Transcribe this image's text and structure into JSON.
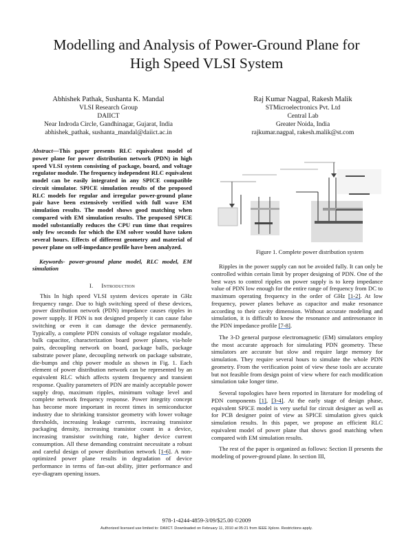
{
  "paper": {
    "title_line1": "Modelling and Analysis of Power-Ground Plane for",
    "title_line2": "High Speed VLSI System",
    "authors": [
      {
        "names": "Abhishek Pathak,  Sushanta K. Mandal",
        "group": "VLSI Research Group",
        "org": "DAIICT",
        "address": "Near Indroda Circle, Gandhinagar, Gujarat, India",
        "email": "abhishek_pathak, sushanta_mandal@daiict.ac.in"
      },
      {
        "names": "Raj Kumar Nagpal, Rakesh Malik",
        "group": "STMicroelectronics Pvt. Ltd",
        "org": "Central Lab",
        "address": "Greater Noida, India",
        "email": "rajkumar.nagpal, rakesh.malik@st.com"
      }
    ],
    "abstract_lead": "Abstract",
    "abstract_text": "—This paper presents RLC equivalent model of power plane for power distribution network (PDN) in high speed VLSI system consisting of package, board, and voltage regulator module. The frequency independent RLC equivalent model can be easily integrated in any SPICE compatible circuit simulator. SPICE simulation results of the proposed RLC models for regular and irregular power-ground plane pair have been extensively verified with full wave EM simulation results.  The model shows good matching when compared with EM simulation results. The proposed SPICE model substantially reduces the CPU run time that requires only few seconds for which the EM solver would have taken several hours. Effects of different geometry and material of power plane on self-impedance profile have been analyzed.",
    "keywords": "Keywords- power-ground plane model, RLC model, EM simulation",
    "section1": {
      "number": "I.",
      "title": "Introduction"
    },
    "intro_p1_a": "This In high speed VLSI system devices operate in GHz frequency range. Due to high switching speed of these devices, power distribution network (PDN) impedance causes ripples in power supply. If PDN is not designed properly it can cause false switching or even it can damage the device permanently. Typically, a complete PDN consists of voltage regulator module, bulk capacitor, characterization board power planes, via-hole pairs, decoupling network on board, package balls, package substrate power plane, decoupling network on package substrate, die-bumps and chip power module as shown in Fig. 1. Each element of power distribution network can be represented by an equivalent RLC which affects system frequency and transient response. Quality parameters of PDN are mainly acceptable power supply drop, maximum ripples, minimum voltage level and complete network frequency response. Power integrity concept has become more important in recent times in semiconductor industry due to shrinking transistor geometry with lower voltage thresholds, increasing leakage currents, increasing transistor packaging density, increasing transistor count in a device, increasing transistor switching rate, higher device current consumption. All these demanding constraint necessitate a robust and careful design of power distribution network ",
    "intro_p1_ref": "[1-6]",
    "intro_p1_b": ". A non-optimized power plane results in degradation of device performance in terms of fan-out ability, jitter performance and eye-diagram opening issues.",
    "figure_caption": "Figure 1.  Complete power distribution system",
    "right_p1_a": "Ripples in the power supply can not be avoided fully. It can only be controlled within certain limit by proper designing of PDN. One of the best ways to control ripples on power supply is to keep impedance value of PDN low enough for the entire range of frequency from DC to maximum operating frequency in the order of GHz ",
    "right_p1_ref1": "[1-2]",
    "right_p1_b": ". At low frequency, power planes behave as capacitor and make resonance according to their cavity dimension. Without accurate modeling and simulation, it is difficult to know the resonance and antiresonance in the PDN impedance profile ",
    "right_p1_ref2": "[7-8]",
    "right_p1_c": ".",
    "right_p2": "The 3-D general purpose electromagnetic (EM) simulators employ the most accurate approach for simulating PDN geometry. These simulators are accurate but slow and require large memory for simulation. They require several hours to simulate the whole PDN geometry. From the verification point of view these tools are accurate but not feasible from design point of view where for each modification simulation take longer time.",
    "right_p3_a": "Several topologies have been reported in literature for modeling of PDN components ",
    "right_p3_ref1": "[1]",
    "right_p3_sep": ", ",
    "right_p3_ref2": "[3-4]",
    "right_p3_b": ". At the early stage of design phase, equivalent SPICE model is very useful for circuit designer as well as for PCB designer point of view as SPICE simulation gives quick simulation results.  In this paper, we propose an efficient RLC equivalent model of power plane that shows good matching when compared with EM simulation results.",
    "right_p4": "The rest of the paper is organized as follows: Section II presents the modeling of power-ground plane. In section III,",
    "footer_isbn": "978-1-4244-4859-3/09/$25.00 ©2009",
    "footer_license": "Authorized licensed use limited to: DAIICT. Downloaded on February 11, 2010 at 05:21 from IEEE Xplore.  Restrictions apply."
  }
}
